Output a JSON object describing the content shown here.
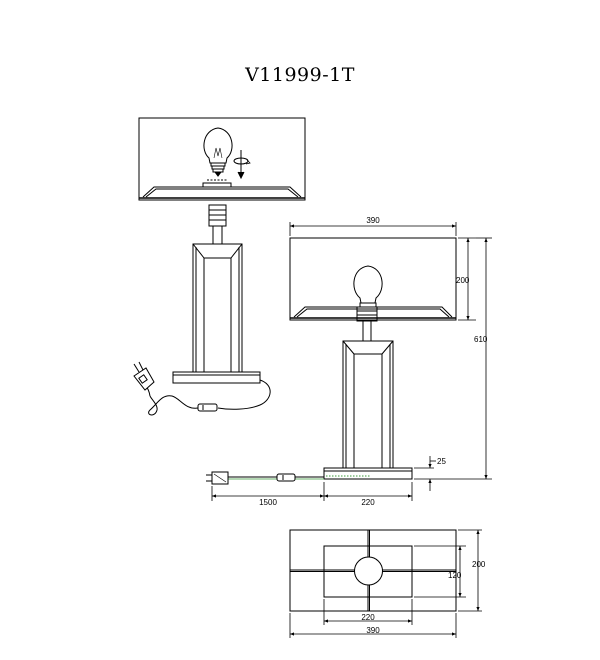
{
  "title": "V11999-1T",
  "dimensions": {
    "shade_width": "390",
    "shade_height": "200",
    "total_height": "610",
    "base_thickness": "25",
    "cord_length": "1500",
    "base_width": "220",
    "top_base_width": "220",
    "top_base_height": "120",
    "top_shade_height": "200",
    "top_shade_width": "390"
  }
}
